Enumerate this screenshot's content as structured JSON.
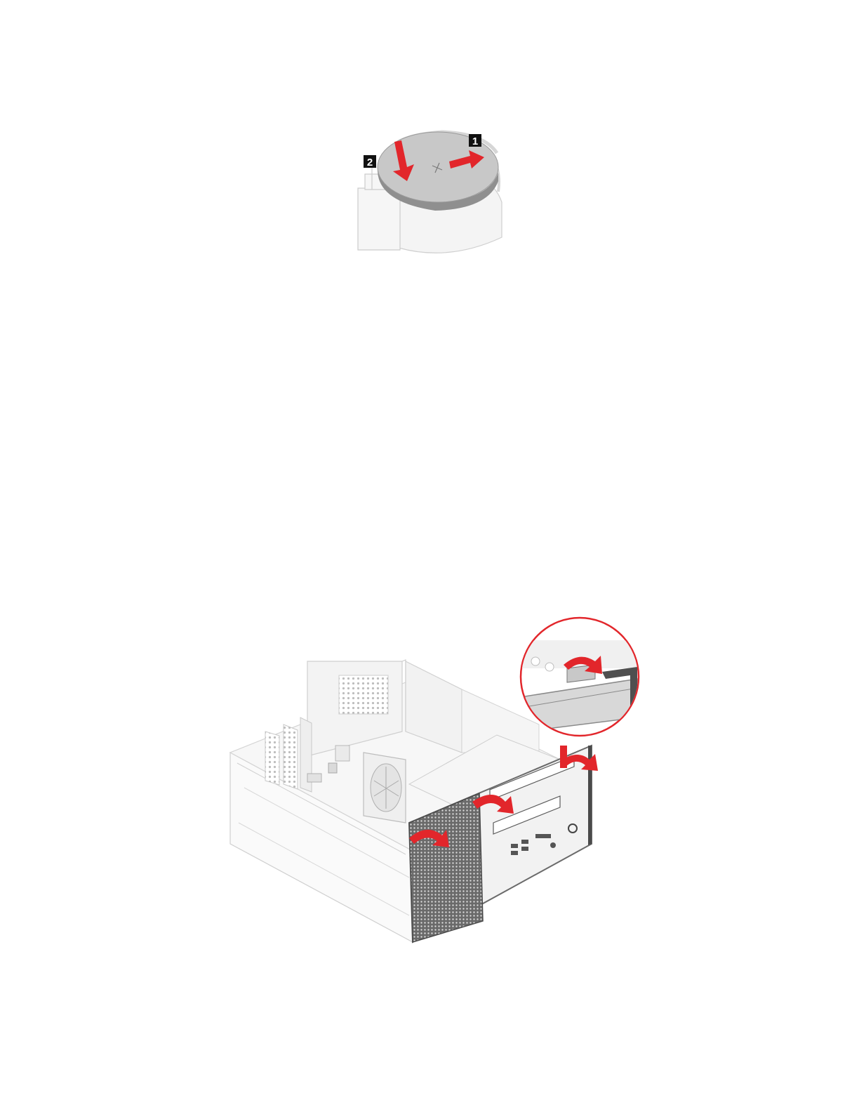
{
  "page": {
    "figures": [
      {
        "id": "battery-figure",
        "callouts": [
          "1",
          "2"
        ],
        "colors": {
          "arrow": "#e2262b",
          "callout_bg": "#111111",
          "callout_text": "#ffffff"
        }
      },
      {
        "id": "chassis-figure",
        "colors": {
          "arrow": "#e2262b",
          "zoom_ring": "#e2262b",
          "bezel": "#5a5a5a"
        }
      }
    ]
  }
}
